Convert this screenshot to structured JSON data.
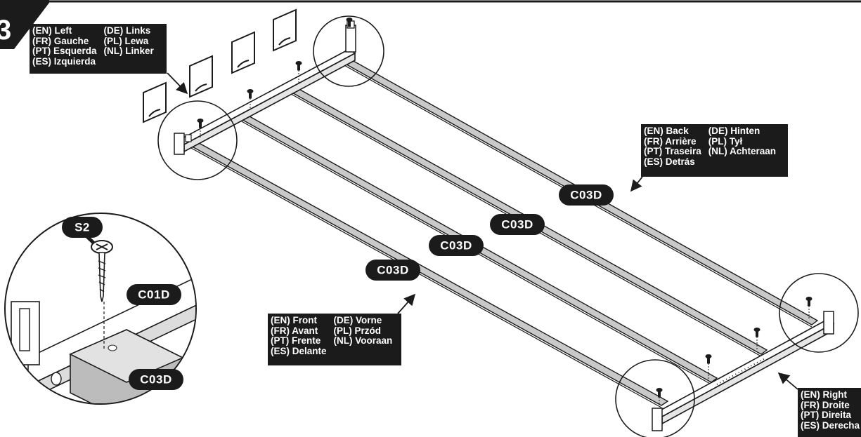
{
  "step_number": "3",
  "part_codes": {
    "leg": "C03D",
    "side": "C01D",
    "screw": "S2"
  },
  "labels": {
    "left": [
      [
        "(EN) Left",
        "(DE) Links"
      ],
      [
        "(FR) Gauche",
        "(PL) Lewa"
      ],
      [
        "(PT) Esquerda",
        "(NL) Linker"
      ],
      [
        "(ES) Izquierda"
      ]
    ],
    "back": [
      [
        "(EN) Back",
        "(DE) Hinten"
      ],
      [
        "(FR) Arrière",
        "(PL) Tył"
      ],
      [
        "(PT) Traseira",
        "(NL) Achteraan"
      ],
      [
        "(ES) Detrás"
      ]
    ],
    "front": [
      [
        "(EN) Front",
        "(DE) Vorne"
      ],
      [
        "(FR) Avant",
        "(PL) Przód"
      ],
      [
        "(PT) Frente",
        "(NL) Vooraan"
      ],
      [
        "(ES) Delante"
      ]
    ],
    "right": [
      [
        "(EN) Right"
      ],
      [
        "(FR) Droite"
      ],
      [
        "(PT) Direita"
      ],
      [
        "(ES) Derecha"
      ]
    ]
  },
  "colors": {
    "line": "#1b1b1b",
    "badge": "#1b1b1b",
    "rail_fill": "#cfcfcf",
    "cross_bar_fill": "#bdbdbd"
  },
  "icons": [
    "step-badge",
    "screw-icon",
    "bracket-icon",
    "callout-arrow"
  ]
}
